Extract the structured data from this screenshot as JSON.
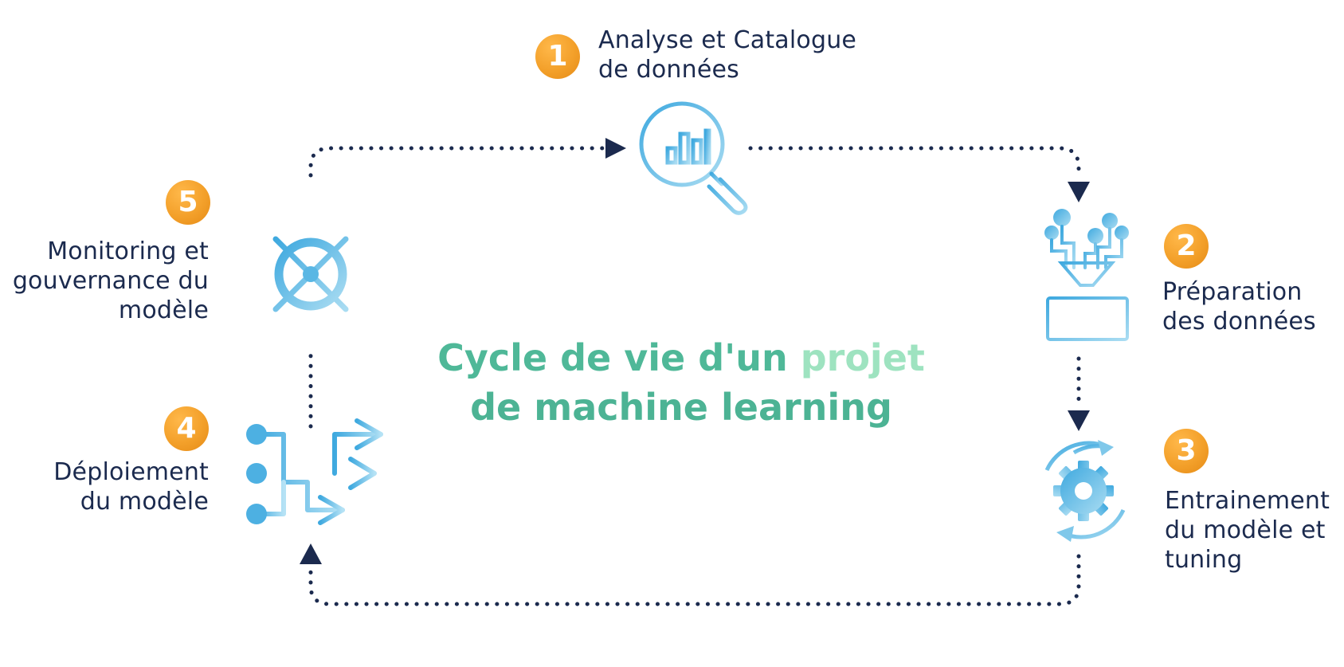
{
  "diagram": {
    "title": {
      "line1_main": "Cycle de vie d'un ",
      "line1_highlight": "projet",
      "line2": "de machine learning"
    },
    "steps": [
      {
        "number": "1",
        "lines": [
          "Analyse et Catalogue",
          "de données"
        ],
        "icon": "magnifier-chart-icon"
      },
      {
        "number": "2",
        "lines": [
          "Préparation",
          "des données"
        ],
        "icon": "data-funnel-icon"
      },
      {
        "number": "3",
        "lines": [
          "Entrainement",
          "du modèle et",
          "tuning"
        ],
        "icon": "gear-cycle-icon"
      },
      {
        "number": "4",
        "lines": [
          "Déploiement",
          "du modèle"
        ],
        "icon": "deployment-arrows-icon"
      },
      {
        "number": "5",
        "lines": [
          "Monitoring et",
          "gouvernance du",
          "modèle"
        ],
        "icon": "ship-wheel-icon"
      }
    ],
    "colors": {
      "text": "#1b2a4e",
      "badge": "#f3a02a",
      "icon": "#5ab7e4",
      "connector": "#1b2a4e",
      "title": "#4fb898",
      "title_highlight": "#9ee3c0"
    }
  }
}
